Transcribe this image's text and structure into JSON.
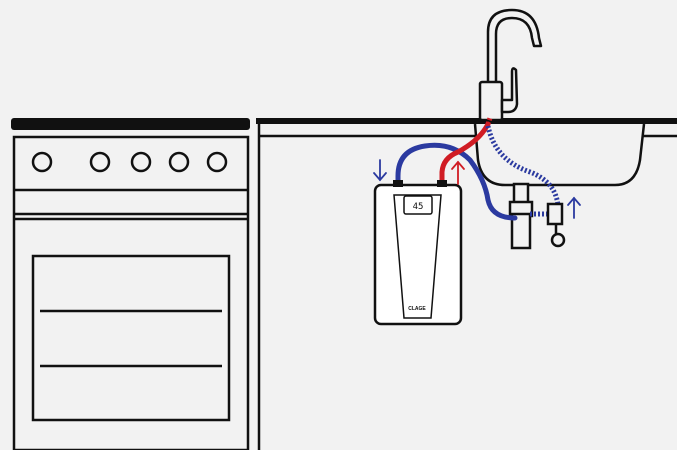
{
  "heater": {
    "brand": "CLAGE",
    "display_reading": "45"
  },
  "colors": {
    "background": "#f2f2f2",
    "outline": "#111111",
    "cold_water": "#2b3aa0",
    "hot_water": "#d01c24",
    "countertop": "#111111"
  },
  "stove": {
    "burner_count": 5
  },
  "flow_indicators": {
    "cold_inlet": "down",
    "hot_outlet": "up",
    "tap_supply": "up"
  }
}
